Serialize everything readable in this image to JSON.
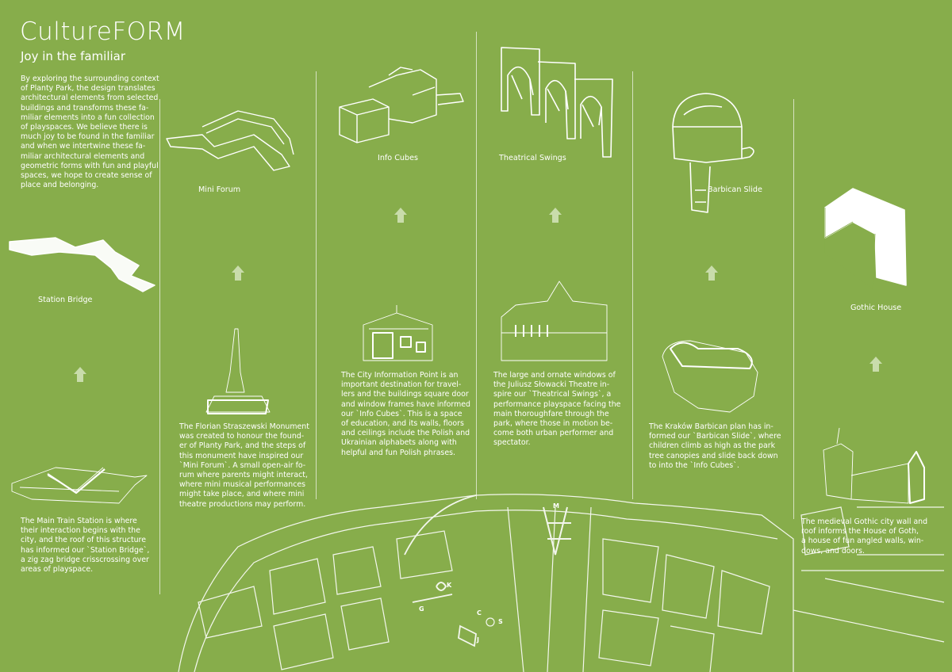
{
  "header": {
    "title": "CultureFORM",
    "subtitle": "Joy in the familiar"
  },
  "intro": "By exploring the surrounding context\nof Planty Park, the design translates\narchitectural elements from selected\nbuildings and transforms these fa-\nmiliar elements into a fun collection\nof playspaces. We believe there is\nmuch joy to be found in the familiar\nand when we intertwine these fa-\nmiliar architectural elements and\ngeometric forms with fun and playful\nspaces, we hope to create sense of\nplace and belonging.",
  "columns": [
    {
      "label": "Station Bridge",
      "text": "The Main Train Station is where\ntheir interaction begins with the\ncity, and the roof of this structure\nhas informed our `Station Bridge`,\na zig zag bridge crisscrossing over\nareas of playspace."
    },
    {
      "label": "Mini Forum",
      "text": "The Florian Straszewski Monument\nwas created to honour the found-\ner of Planty Park, and the steps of\nthis monument have inspired our\n`Mini Forum`. A small open-air fo-\nrum where parents might interact,\nwhere mini musical performances\nmight take place, and where mini\ntheatre productions may perform."
    },
    {
      "label": "Info Cubes",
      "text": "The City Information Point is an\nimportant destination for travel-\nlers and the buildings square door\nand window frames have informed\nour `Info Cubes`. This is a space\nof education, and its walls, floors\nand ceilings include the Polish and\nUkrainian alphabets along with\nhelpful and fun Polish phrases."
    },
    {
      "label": "Theatrical Swings",
      "text": "The large and ornate windows of\nthe Juliusz Słowacki Theatre in-\nspire our `Theatrical Swings`, a\nperformance playspace facing the\nmain thoroughfare through the\npark, where those in motion be-\ncome both urban performer and\nspectator."
    },
    {
      "label": "Barbican Slide",
      "text": "The Kraków Barbican plan has in-\nformed our `Barbican Slide`, where\nchildren climb as high as the park\ntree canopies and slide back down\nto into the `Info Cubes`."
    },
    {
      "label": "Gothic House",
      "text": "The medieval Gothic city wall and\nroof informs the House of Goth,\na house of fun angled walls, win-\ndows, and doors."
    }
  ],
  "map_markers": [
    "M",
    "K",
    "G",
    "C",
    "S",
    "J"
  ],
  "colors": {
    "background": "#87ad4b",
    "line": "#ffffff",
    "arrow": "#c9dcab"
  }
}
